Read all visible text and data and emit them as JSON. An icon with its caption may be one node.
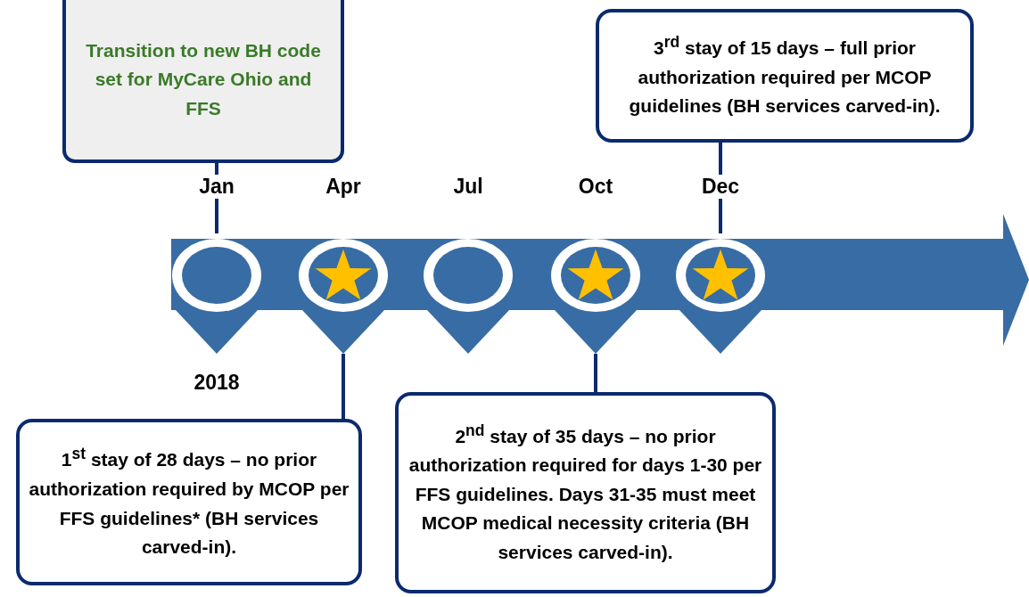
{
  "diagram": {
    "nodes": [
      {
        "text": [
          "Transition to new BH code set for MyCare Ohio and FFS"
        ]
      },
      {
        "text": [
          "3$^{rd}$ stay of 15 days – full prior authorization required per MCOP guidelines (BH services carved-in)."
        ]
      },
      {
        "text": [],
        "shape": "circle"
      },
      {
        "text": [],
        "shape": "circle"
      },
      {
        "text": [],
        "shape": "circle"
      },
      {
        "text": [],
        "shape": "circle"
      },
      {
        "text": [],
        "shape": "circle"
      },
      {
        "text": [
          "1$^{st}$ stay of 28 days – no prior authorization required by MCOP per FFS guidelines* (BH services carved-in)."
        ]
      },
      {
        "text": [
          "2$^{nd}$ stay of 35 days – no prior authorization required for days 1-30 per FFS guidelines.  Days 31-35 must meet MCOP medical necessity criteria (BH services carved-in)."
        ]
      }
    ],
    "edges": [
      {
        "from": 0,
        "to": 2,
        "arrow": "none"
      },
      {
        "from": 1,
        "to": 6,
        "arrow": "none"
      },
      {
        "from": 3,
        "to": 7,
        "arrow": "none"
      },
      {
        "from": 5,
        "to": 8,
        "arrow": "none"
      }
    ],
    "labels": [
      "Jan",
      "Apr",
      "Jul",
      "Oct",
      "Dec",
      "2018"
    ]
  }
}
